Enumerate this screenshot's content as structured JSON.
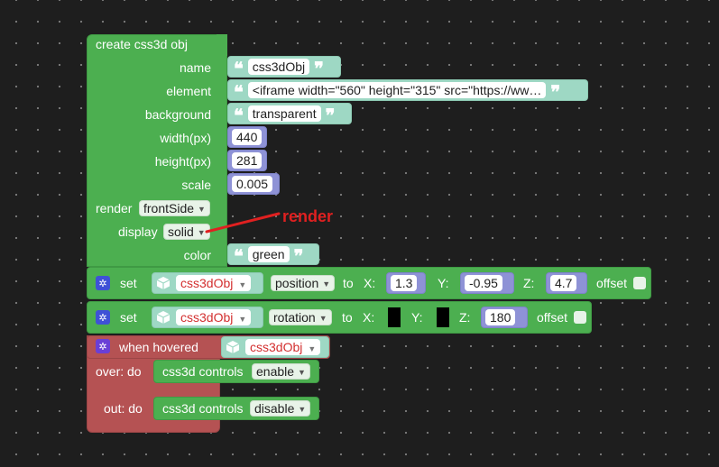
{
  "create_block": {
    "title": "create css3d obj",
    "name_label": "name",
    "name_value": "css3dObj",
    "element_label": "element",
    "element_value": "<iframe width=\"560\" height=\"315\" src=\"https://ww…",
    "background_label": "background",
    "background_value": "transparent",
    "width_label": "width(px)",
    "width_value": "440",
    "height_label": "height(px)",
    "height_value": "281",
    "scale_label": "scale",
    "scale_value": "0.005",
    "render_label": "render",
    "render_value": "frontSide",
    "display_label": "display",
    "display_value": "solid",
    "color_label": "color",
    "color_value": "green"
  },
  "annotation": {
    "text": "render",
    "color": "#e02020"
  },
  "set_position": {
    "set_label": "set",
    "object": "css3dObj",
    "property": "position",
    "to_label": "to",
    "x_label": "X:",
    "x_value": "1.3",
    "y_label": "Y:",
    "y_value": "-0.95",
    "z_label": "Z:",
    "z_value": "4.7",
    "offset_label": "offset"
  },
  "set_rotation": {
    "set_label": "set",
    "object": "css3dObj",
    "property": "rotation",
    "to_label": "to",
    "x_label": "X:",
    "y_label": "Y:",
    "z_label": "Z:",
    "z_value": "180",
    "offset_label": "offset"
  },
  "hover_block": {
    "title": "when hovered",
    "object": "css3dObj",
    "over_label": "over: do",
    "over_block_label": "css3d controls",
    "over_value": "enable",
    "out_label": "out: do",
    "out_block_label": "css3d controls",
    "out_value": "disable"
  },
  "colors": {
    "workspace": "#1e1e1e",
    "block_green": "#4caf50",
    "block_red": "#b55253",
    "text_block": "#9ed8c4",
    "number_block": "#8e92d6",
    "object_text": "#d32f2f"
  }
}
